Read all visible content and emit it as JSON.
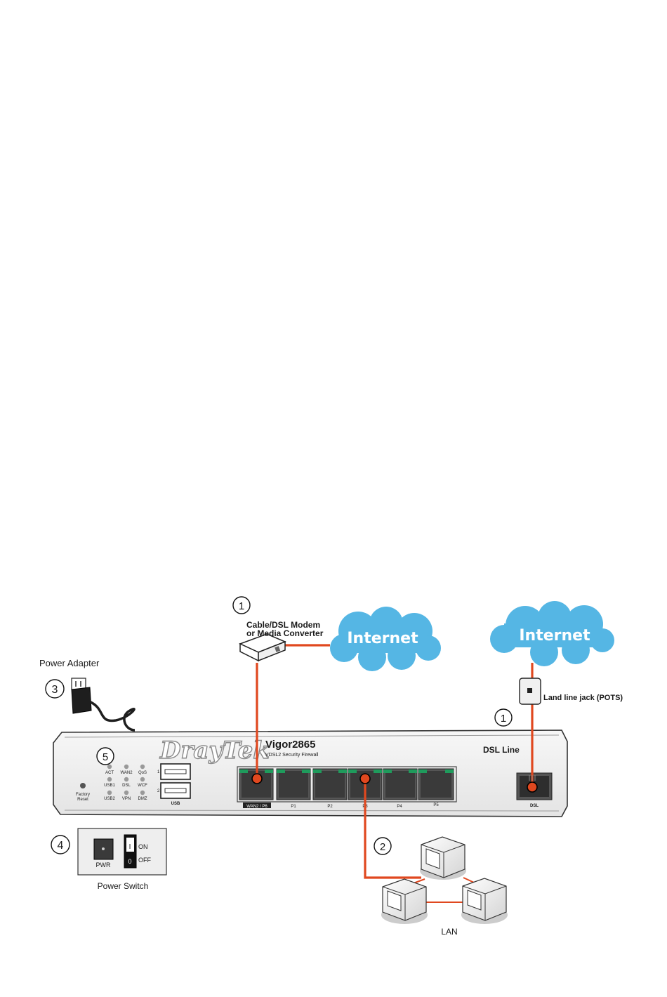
{
  "callouts": {
    "c1_modem": "1",
    "c1_dsl": "1",
    "c2_lan": "2",
    "c3_power": "3",
    "c4_switch": "4",
    "c5_leds": "5"
  },
  "modem": {
    "line1": "Cable/DSL Modem",
    "line2": "or Media Converter"
  },
  "clouds": {
    "left": "Internet",
    "right": "Internet"
  },
  "land_line_jack": "Land line jack (POTS)",
  "power_adapter": "Power Adapter",
  "router": {
    "brand": "DrayTek",
    "model": "Vigor2865",
    "subtitle": "VDSL2 Security Firewall",
    "dsl_line": "DSL Line",
    "factory_reset_1": "Factory",
    "factory_reset_2": "Reset",
    "leds": [
      [
        "ACT",
        "WAN2",
        "QoS"
      ],
      [
        "USB1",
        "DSL",
        "WCF"
      ],
      [
        "USB2",
        "VPN",
        "DMZ"
      ]
    ],
    "usb_numbers": [
      "1",
      "2"
    ],
    "usb_label": "USB",
    "ports": [
      "WAN2 / P6",
      "P1",
      "P2",
      "P3",
      "P4",
      "P5"
    ],
    "dsl_port": "DSL"
  },
  "power_switch": {
    "pwr": "PWR",
    "on": "ON",
    "off": "OFF",
    "caption": "Power Switch"
  },
  "lan_label": "LAN",
  "colors": {
    "cable": "#e0481f",
    "cloud": "#55b6e4",
    "port_green": "#1f9b5c",
    "panel": "#eeeeee"
  }
}
